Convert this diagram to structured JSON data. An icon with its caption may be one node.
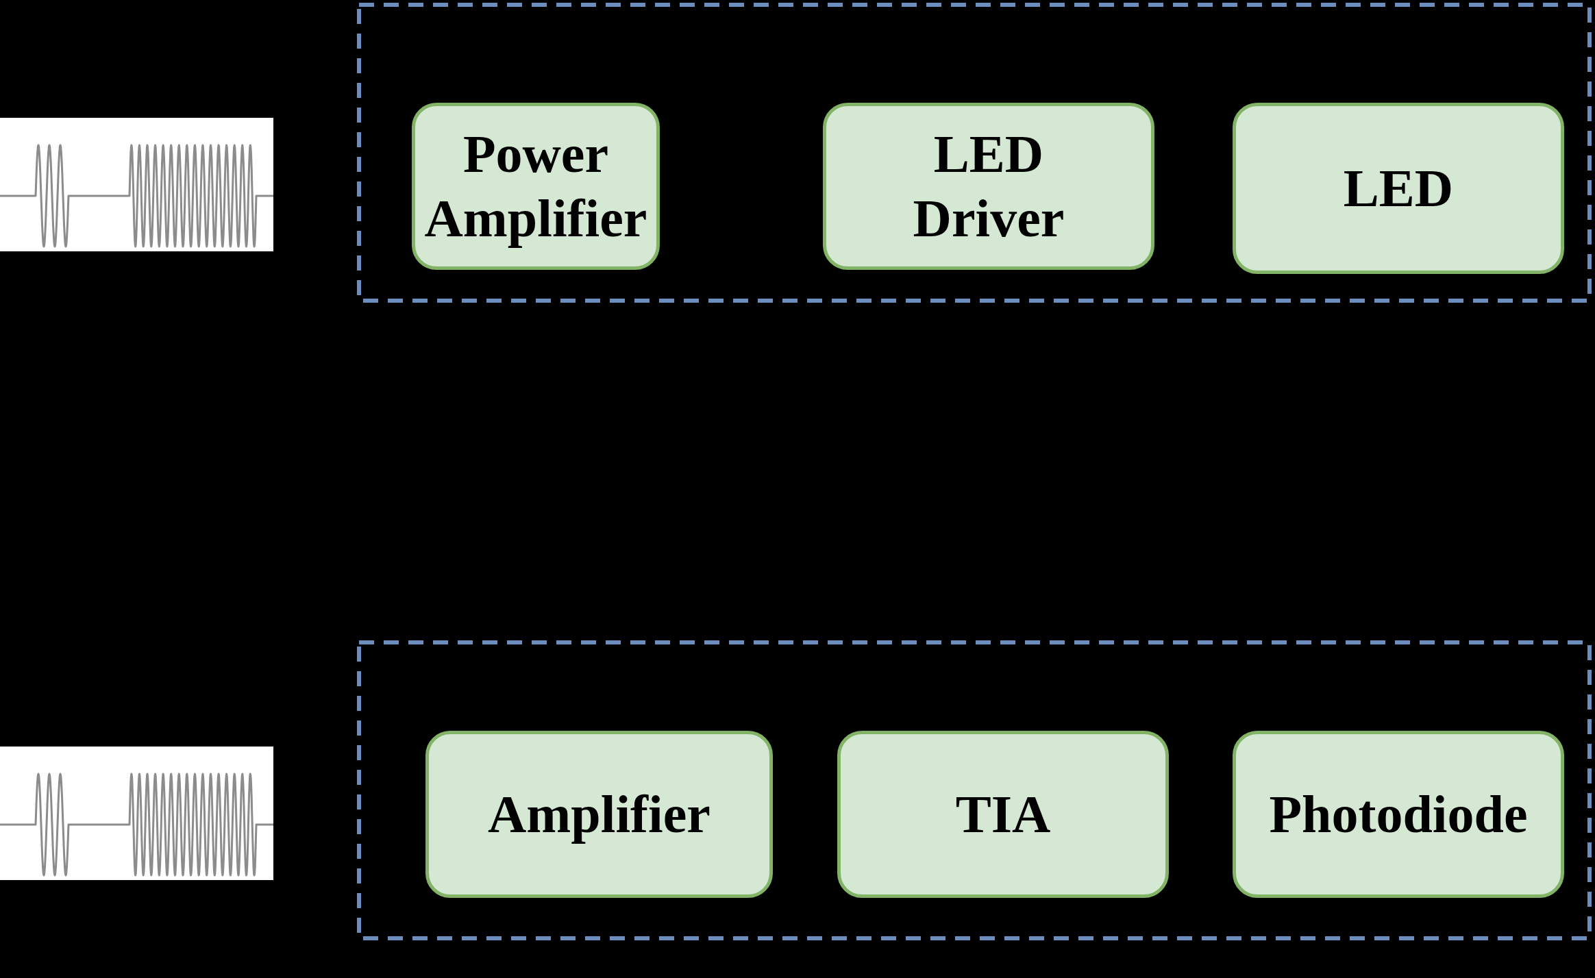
{
  "diagram": {
    "nodes": [
      {
        "text": [],
        "shape": "picture"
      },
      {
        "text": [],
        "shape": "box"
      },
      {
        "text": [
          "Power Amplifier"
        ],
        "in": 1
      },
      {
        "text": [
          "LED Driver"
        ],
        "in": 1
      },
      {
        "text": [
          "LED"
        ],
        "in": 1
      },
      {
        "text": [],
        "shape": "picture"
      },
      {
        "text": [],
        "shape": "box"
      },
      {
        "text": [
          "Amplifier"
        ],
        "in": 6
      },
      {
        "text": [
          "TIA"
        ],
        "in": 6
      },
      {
        "text": [
          "Photodiode"
        ],
        "in": 6
      }
    ]
  }
}
